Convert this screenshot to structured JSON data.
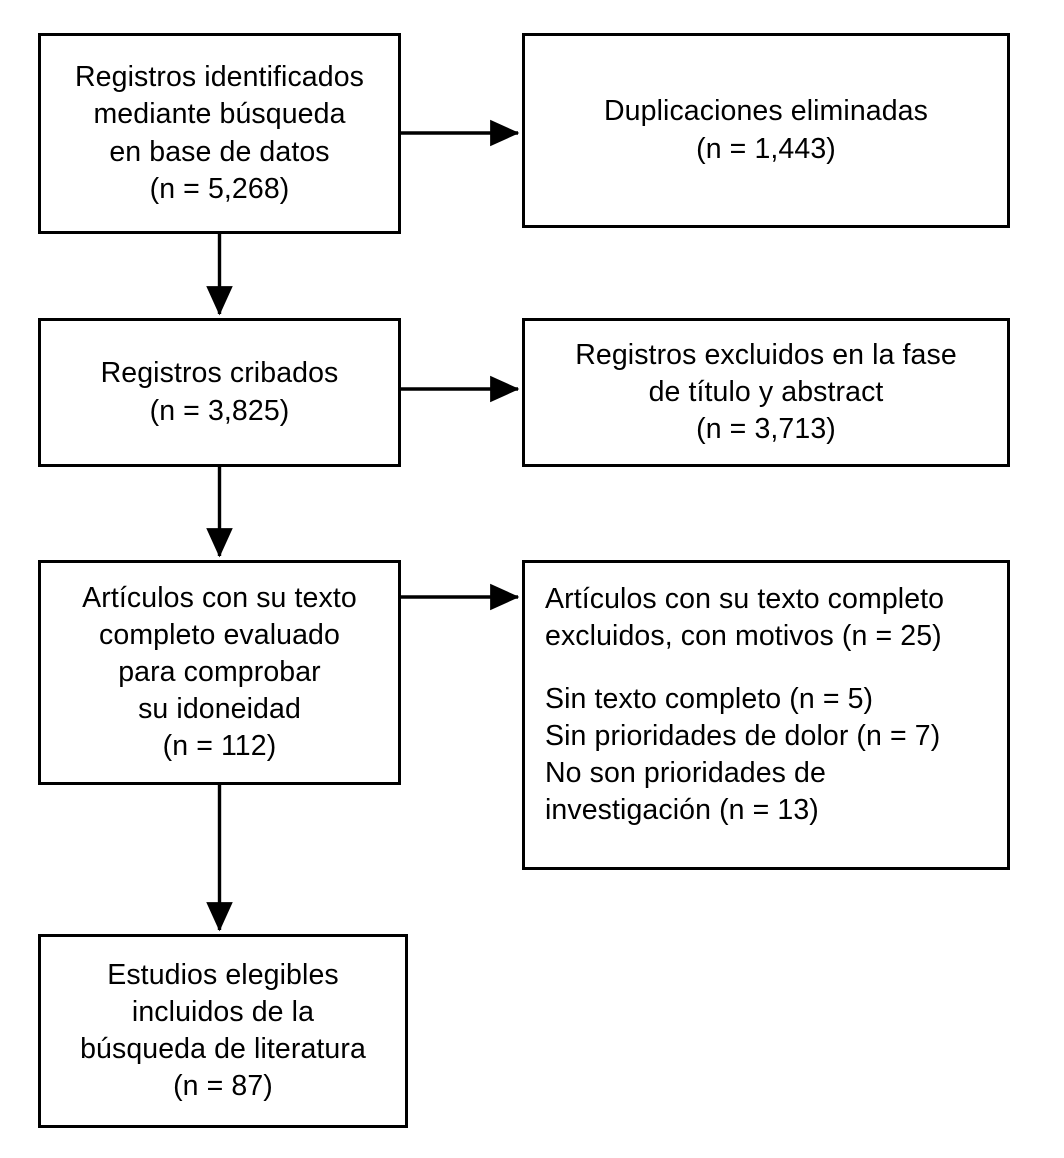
{
  "diagram": {
    "type": "prisma-flow-diagram",
    "language": "es",
    "background_color": "#ffffff",
    "line_color": "#000000",
    "text_color": "#000000",
    "boxes": [
      {
        "id": "identified",
        "align": "center",
        "text": "Registros identificados\nmediante búsqueda\nen base de datos\n(n = 5,268)",
        "count": "5,268"
      },
      {
        "id": "duplicates-removed",
        "align": "center",
        "text": "Duplicaciones eliminadas\n(n = 1,443)",
        "count": "1,443"
      },
      {
        "id": "screened",
        "align": "center",
        "text": "Registros cribados\n(n = 3,825)",
        "count": "3,825"
      },
      {
        "id": "excluded-title-abstract",
        "align": "center",
        "text": "Registros excluidos en la fase\nde título y abstract\n(n = 3,713)",
        "count": "3,713"
      },
      {
        "id": "fulltext-assessed",
        "align": "center",
        "text": "Artículos con su texto\ncompleto evaluado\npara comprobar\nsu idoneidad\n(n = 112)",
        "count": "112"
      },
      {
        "id": "fulltext-excluded",
        "align": "left",
        "heading": "Artículos con su texto completo\nexcluidos, con motivos (n = 25)",
        "count": "25",
        "reasons": "Sin texto completo (n = 5)\nSin prioridades de dolor (n = 7)\nNo son prioridades de\ninvestigación (n = 13)",
        "reason_items": [
          {
            "label": "Sin texto completo",
            "count": "5"
          },
          {
            "label": "Sin prioridades de dolor",
            "count": "7"
          },
          {
            "label": "No son prioridades de investigación",
            "count": "13"
          }
        ]
      },
      {
        "id": "included",
        "align": "center",
        "text": "Estudios elegibles\nincluidos de la\nbúsqueda de literatura\n(n = 87)",
        "count": "87"
      }
    ],
    "arrows": [
      {
        "id": "identified-to-duplicates",
        "direction": "right"
      },
      {
        "id": "identified-to-screened",
        "direction": "down"
      },
      {
        "id": "screened-to-excluded",
        "direction": "right"
      },
      {
        "id": "screened-to-fulltext",
        "direction": "down"
      },
      {
        "id": "fulltext-to-excluded",
        "direction": "right"
      },
      {
        "id": "fulltext-to-included",
        "direction": "down"
      }
    ]
  }
}
